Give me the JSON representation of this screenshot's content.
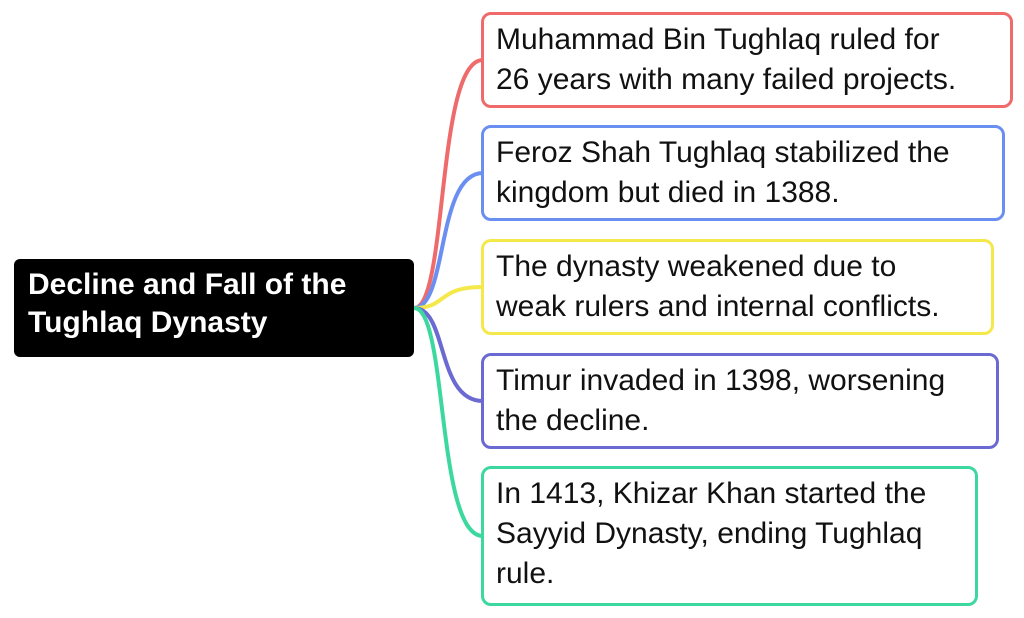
{
  "root": {
    "lines": [
      "Decline and Fall of the",
      "Tughlaq Dynasty"
    ],
    "color": "#000000"
  },
  "branches": [
    {
      "lines": [
        "Muhammad Bin Tughlaq ruled for",
        "26 years with many failed projects."
      ],
      "color": "#ef6b6b"
    },
    {
      "lines": [
        "Feroz Shah Tughlaq stabilized the",
        "kingdom but died in 1388."
      ],
      "color": "#6b8ff0"
    },
    {
      "lines": [
        "The dynasty weakened due to",
        "weak rulers and internal conflicts."
      ],
      "color": "#f5e84a"
    },
    {
      "lines": [
        "Timur invaded in 1398, worsening",
        "the decline."
      ],
      "color": "#6a6ad2"
    },
    {
      "lines": [
        "In 1413, Khizar Khan started the",
        "Sayyid Dynasty, ending Tughlaq",
        "rule."
      ],
      "color": "#3dd8a0"
    }
  ]
}
